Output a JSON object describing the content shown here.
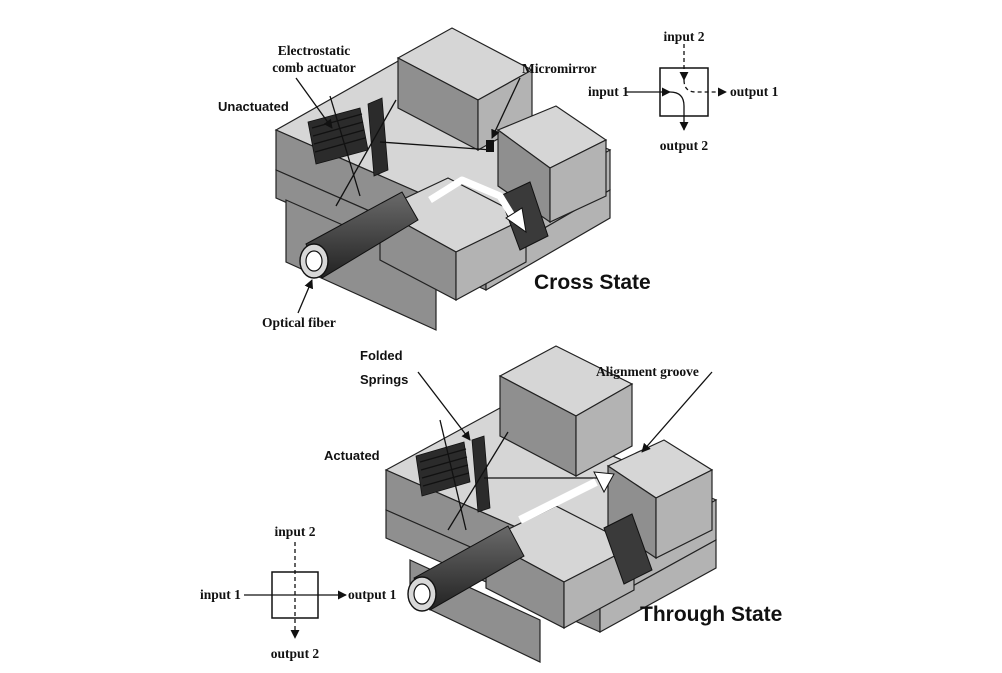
{
  "top_diagram": {
    "label_actuator": [
      "Electrostatic",
      "comb actuator"
    ],
    "label_state_left": "Unactuated",
    "label_mirror": "Micromirror",
    "label_fiber": "Optical fiber",
    "title": "Cross State",
    "switch_box": {
      "input1": "input 1",
      "input2": "input 2",
      "output1": "output 1",
      "output2": "output 2"
    }
  },
  "bottom_diagram": {
    "label_springs": [
      "Folded",
      "Springs"
    ],
    "label_state_left": "Actuated",
    "label_groove": "Alignment groove",
    "title": "Through State",
    "switch_box": {
      "input1": "input 1",
      "input2": "input 2",
      "output1": "output 1",
      "output2": "output 2"
    }
  }
}
